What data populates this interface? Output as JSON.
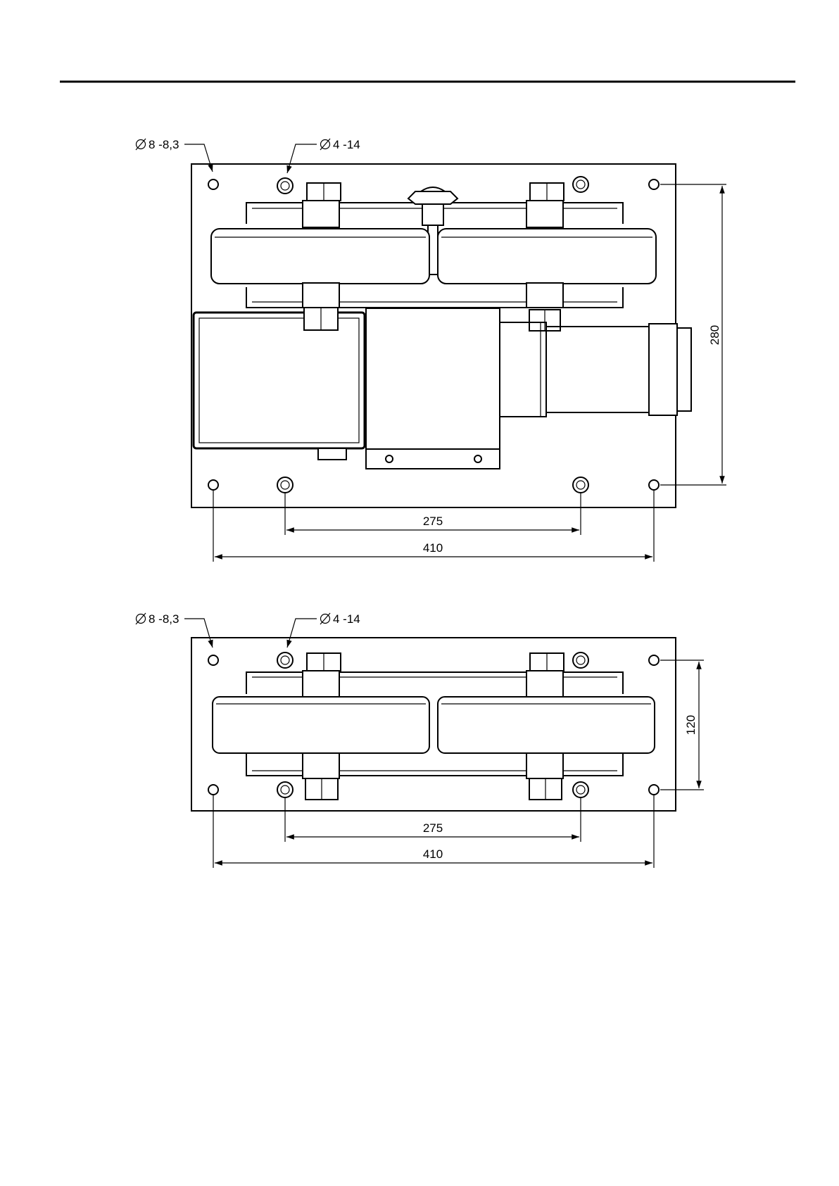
{
  "top_view": {
    "hole_small_label": "8 -8,3",
    "hole_large_label": "4 -14",
    "dim_inner": "275",
    "dim_outer": "410",
    "dim_height": "280"
  },
  "front_view": {
    "hole_small_label": "8 -8,3",
    "hole_large_label": "4 -14",
    "dim_inner": "275",
    "dim_outer": "410",
    "dim_height": "120"
  },
  "icons": [
    "diameter-symbol-icon",
    "arrowhead-icon"
  ]
}
